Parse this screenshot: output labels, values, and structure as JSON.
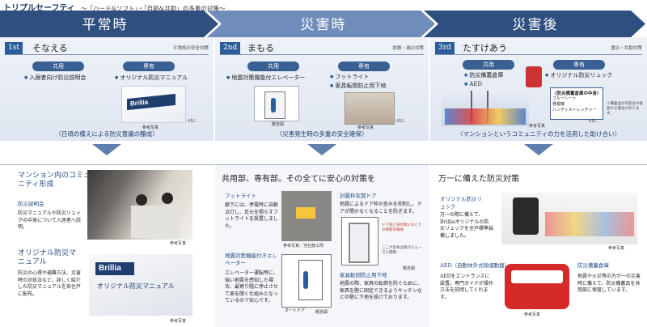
{
  "header": {
    "title": "トリプルセーフティ",
    "subtitle": "～「ハード&ソフト」・「自助&共助」の多重の対策～"
  },
  "phases": [
    "平常時",
    "災害時",
    "災害後"
  ],
  "colors": {
    "navy": "#1f3e6e",
    "accent": "#2b5d9a",
    "arrow_dark": "#2f4f80",
    "arrow_light": "#7d98c2"
  },
  "col1": {
    "step_num": "1st",
    "step_label": "そなえる",
    "step_note": "平常時の安全対策",
    "shared_label": "共用",
    "private_label": "専有",
    "shared_item": "入居者向け防災説明会",
    "private_item": "オリジナル防災マニュアル",
    "etc": "etc.",
    "sanko": "参考写真",
    "brand": "Brillia",
    "caption": "〈日頃の備えによる防災意識の醸成〉"
  },
  "col2": {
    "step_num": "2nd",
    "step_label": "まもる",
    "step_note": "耐震・減災対策",
    "shared_label": "共用",
    "private_label": "専有",
    "shared_item": "地震対策機能付エレベーター",
    "private_items": [
      "フットライト",
      "家具転倒防止用下地"
    ],
    "etc": "etc.",
    "gaisan": "概念図",
    "sanko": "参考写真",
    "caption": "〈災害発生時の多重の安全確保〉"
  },
  "col3": {
    "step_num": "3rd",
    "step_label": "たすけあう",
    "step_note": "震災・共助対策",
    "shared_label": "共用",
    "private_label": "専有",
    "shared_items": [
      "防災備蓄倉庫",
      "AED"
    ],
    "private_item": "オリジナル防災リュック",
    "box_title": "〈防災備蓄倉庫の中身〉",
    "box_items": [
      "ブルーシート",
      "発電機",
      "ハンディストレッチャー"
    ],
    "box_note": "※備蓄品の内容は今後変わる場合があります。",
    "etc": "etc.",
    "sanko": "参考写真",
    "caption": "〈マンションというコミュニティの力を活用した助け合い〉"
  },
  "bottom1": {
    "heading": "マンション内のコミュニティ形成",
    "sec1_title": "防災説明会",
    "sec1_body": "防災マニュアルや防災リュックの中身について入居者へ説明。",
    "sec2_title": "オリジナル防災マニュアル",
    "sec2_body": "防災の心得や避難方法、災害時の対処法など、詳しく紹介した防災マニュアルを各住戸に配布。",
    "sanko": "参考写真",
    "brand": "Brillia",
    "manual_text": "オリジナル防災マニュアル"
  },
  "bottom2": {
    "heading": "共用部、専有部。その全てに安心の対策を",
    "foot_title": "フットライト",
    "foot_body": "廊下には、停電時に自動点灯し、足元を照らすフットライトを設置しました。",
    "foot_sanko": "参考写真／当社施工例",
    "door_title": "対震枠玄関ドア",
    "door_body": "地震によるドア枠の歪みを抑制し、ドアが開かなくなることを防ぎます。",
    "door_label1": "ドア枠と扉の間にゆとりの隙間を確保",
    "door_label2": "ここが歪めば扉がスムーズに開閉",
    "gaisan": "概念図",
    "elev_title": "地震対策機能付きエレベーター",
    "elev_body": "エレベーター運転時に、強い地震を感知した場合、最寄り階に停止させて扉を開く仕組みとなっているので安心です。",
    "elev_label": "オートドア",
    "furn_title": "家具転倒防止用下地",
    "furn_body": "地震の際、家具の転倒を防ぐために、家具を壁に固定できるようキッチンなどの壁に下地を設けております。"
  },
  "bottom3": {
    "heading": "万一に備えた防災対策",
    "ruck_title": "オリジナル防災リュック",
    "ruck_body": "万一の際に備えて、Brilliaオリジナルの防災リュックを全戸標準装備しました。",
    "aed_title": "AED（自動体外式除細動器）",
    "aed_body": "AEDをエントランスに設置。専門ガイドが操作方法を説明してくれます。",
    "stock_title": "防災備蓄倉庫",
    "stock_body": "地震や火災等の万が一の災害時に備えて、防災備蓄品を共用部に保管しています。",
    "sanko": "参考写真"
  }
}
